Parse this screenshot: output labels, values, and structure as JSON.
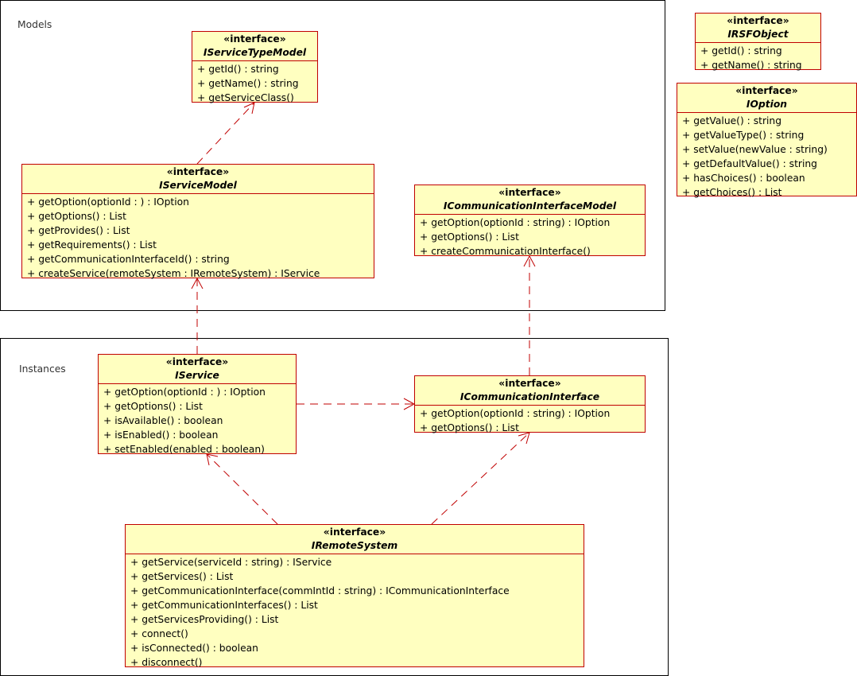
{
  "packages": {
    "models": {
      "label": "Models"
    },
    "instances": {
      "label": "Instances"
    }
  },
  "colors": {
    "class_fill": "#ffffc0",
    "class_border": "#c00000",
    "link": "#c00000"
  },
  "classes": {
    "IServiceTypeModel": {
      "stereotype": "«interface»",
      "name": "IServiceTypeModel",
      "operations": [
        "+ getId() : string",
        "+ getName() : string",
        "+ getServiceClass()"
      ]
    },
    "IServiceModel": {
      "stereotype": "«interface»",
      "name": "IServiceModel",
      "operations": [
        "+ getOption(optionId : ) : IOption",
        "+ getOptions() : List",
        "+ getProvides() : List",
        "+ getRequirements() : List",
        "+ getCommunicationInterfaceId() : string",
        "+ createService(remoteSystem : IRemoteSystem) : IService"
      ]
    },
    "ICommunicationInterfaceModel": {
      "stereotype": "«interface»",
      "name": "ICommunicationInterfaceModel",
      "operations": [
        "+ getOption(optionId : string) : IOption",
        "+ getOptions() : List",
        "+ createCommunicationInterface()"
      ]
    },
    "IRSFObject": {
      "stereotype": "«interface»",
      "name": "IRSFObject",
      "operations": [
        "+ getId() : string",
        "+ getName() : string"
      ]
    },
    "IOption": {
      "stereotype": "«interface»",
      "name": "IOption",
      "operations": [
        "+ getValue() : string",
        "+ getValueType() : string",
        "+ setValue(newValue : string)",
        "+ getDefaultValue() : string",
        "+ hasChoices() : boolean",
        "+ getChoices() : List"
      ]
    },
    "IService": {
      "stereotype": "«interface»",
      "name": "IService",
      "operations": [
        "+ getOption(optionId : ) : IOption",
        "+ getOptions() : List",
        "+ isAvailable() : boolean",
        "+ isEnabled() : boolean",
        "+ setEnabled(enabled : boolean)"
      ]
    },
    "ICommunicationInterface": {
      "stereotype": "«interface»",
      "name": "ICommunicationInterface",
      "operations": [
        "+ getOption(optionId : string) : IOption",
        "+ getOptions() : List"
      ]
    },
    "IRemoteSystem": {
      "stereotype": "«interface»",
      "name": "IRemoteSystem",
      "operations": [
        "+ getService(serviceId : string) : IService",
        "+ getServices() : List",
        "+ getCommunicationInterface(commIntId : string) : ICommunicationInterface",
        "+ getCommunicationInterfaces() : List",
        "+ getServicesProviding() : List",
        "+ connect()",
        "+ isConnected() : boolean",
        "+ disconnect()"
      ]
    }
  }
}
